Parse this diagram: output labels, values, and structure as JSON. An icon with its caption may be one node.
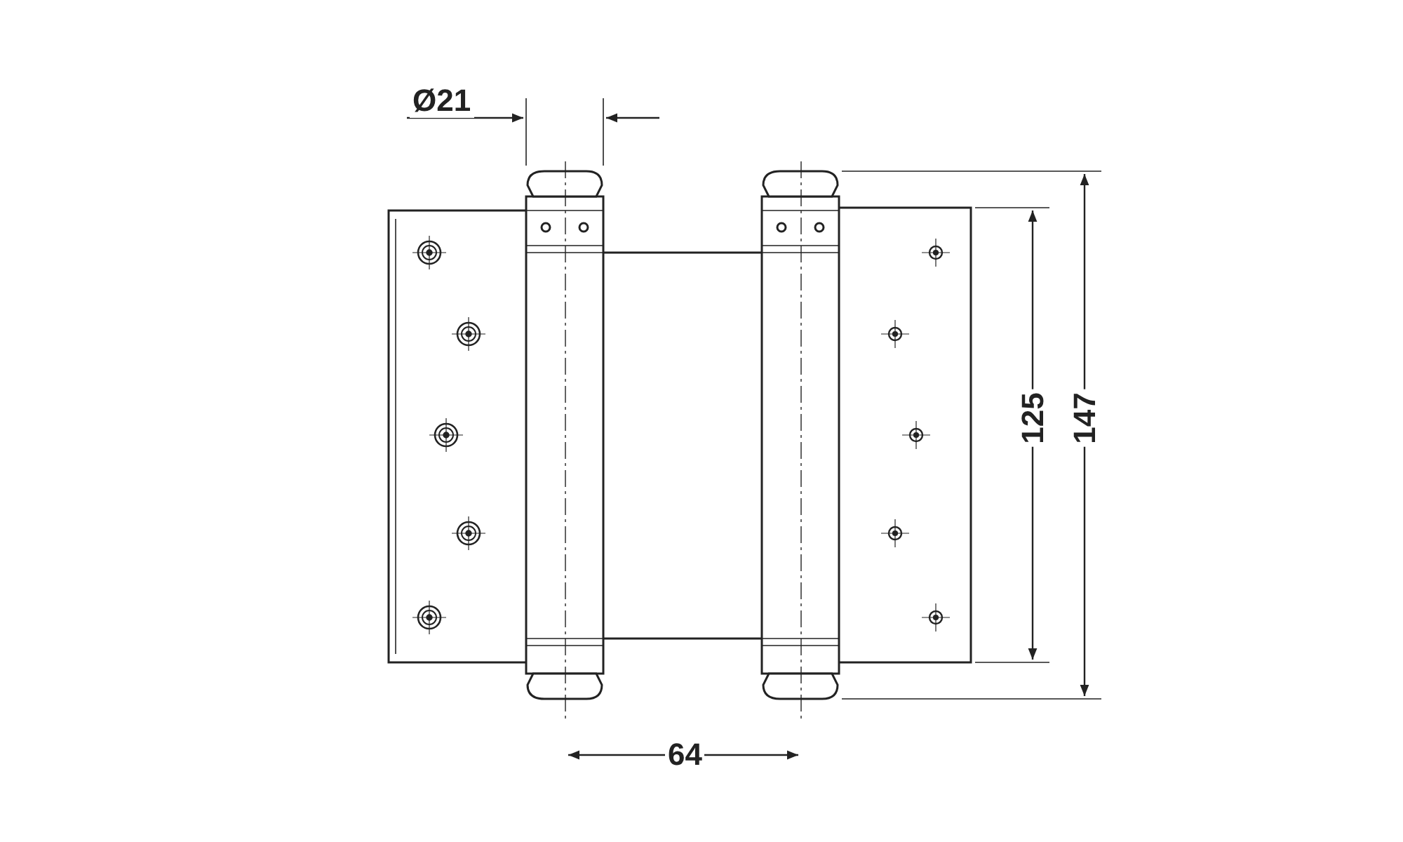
{
  "diagram": {
    "labels": [
      "Ø21",
      "125",
      "147",
      "64"
    ]
  }
}
